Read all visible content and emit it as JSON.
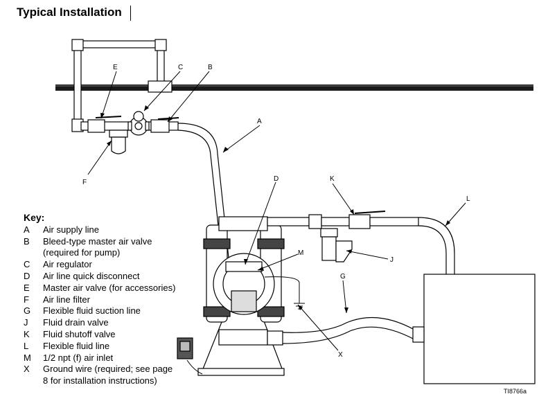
{
  "title": "Typical Installation",
  "key": {
    "heading": "Key:",
    "items": [
      {
        "letter": "A",
        "desc": "Air supply line"
      },
      {
        "letter": "B",
        "desc": "Bleed-type master air valve\n(required for pump)"
      },
      {
        "letter": "C",
        "desc": "Air regulator"
      },
      {
        "letter": "D",
        "desc": "Air line quick disconnect"
      },
      {
        "letter": "E",
        "desc": "Master air valve (for accessories)"
      },
      {
        "letter": "F",
        "desc": "Air line filter"
      },
      {
        "letter": "G",
        "desc": "Flexible fluid suction line"
      },
      {
        "letter": "J",
        "desc": "Fluid drain valve"
      },
      {
        "letter": "K",
        "desc": "Fluid shutoff valve"
      },
      {
        "letter": "L",
        "desc": "Flexible fluid line"
      },
      {
        "letter": "M",
        "desc": "1/2 npt (f) air inlet"
      },
      {
        "letter": "X",
        "desc": "Ground wire (required; see page\n8 for installation instructions)"
      }
    ]
  },
  "callouts": {
    "A": "A",
    "B": "B",
    "C": "C",
    "D": "D",
    "E": "E",
    "F": "F",
    "G": "G",
    "J": "J",
    "K": "K",
    "L": "L",
    "M": "M",
    "X": "X"
  },
  "figure_id": "TI8766a"
}
